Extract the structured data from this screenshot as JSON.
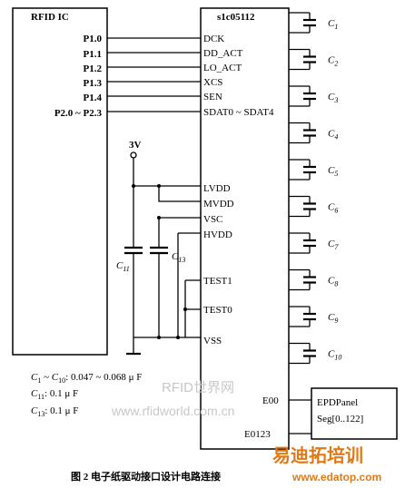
{
  "rfid_block": {
    "title": "RFID IC",
    "pins": [
      "P1.0",
      "P1.1",
      "P1.2",
      "P1.3",
      "P1.4",
      "P2.0 ~ P2.3"
    ]
  },
  "driver_block": {
    "title": "s1c05112",
    "signal_pins": [
      "DCK",
      "DD_ACT",
      "LO_ACT",
      "XCS",
      "SEN",
      "SDAT0 ~ SDAT4"
    ],
    "power_pins": [
      "LVDD",
      "MVDD",
      "VSC",
      "HVDD"
    ],
    "test_pins": [
      "TEST1",
      "TEST0"
    ],
    "vss_pin": "VSS",
    "output_pins": [
      "E00",
      "E0123"
    ]
  },
  "supply_label": "3V",
  "capacitors_right": [
    {
      "letter": "C",
      "sub": "1"
    },
    {
      "letter": "C",
      "sub": "2"
    },
    {
      "letter": "C",
      "sub": "3"
    },
    {
      "letter": "C",
      "sub": "4"
    },
    {
      "letter": "C",
      "sub": "5"
    },
    {
      "letter": "C",
      "sub": "6"
    },
    {
      "letter": "C",
      "sub": "7"
    },
    {
      "letter": "C",
      "sub": "8"
    },
    {
      "letter": "C",
      "sub": "9"
    },
    {
      "letter": "C",
      "sub": "10"
    }
  ],
  "capacitors_left": {
    "c11": {
      "letter": "C",
      "sub": "11"
    },
    "c13": {
      "letter": "C",
      "sub": "13"
    }
  },
  "notes": [
    {
      "letter": "C",
      "sub": "1",
      "mid": " ~ ",
      "letter2": "C",
      "sub2": "10",
      "text": ": 0.047 ~ 0.068 μ F"
    },
    {
      "letter": "C",
      "sub": "11",
      "text": ": 0.1 μ F"
    },
    {
      "letter": "C",
      "sub": "13",
      "text": ": 0.1 μ F"
    }
  ],
  "panel": {
    "line1": "EPDPanel",
    "line2": "Seg[0..122]"
  },
  "caption": "图 2  电子纸驱动接口设计电路连接",
  "watermark": {
    "line1": "RFID世界网",
    "line2": "www.rfidworld.com.cn"
  },
  "corner_logo": {
    "chinese": "易迪拓培训",
    "url": "www.edatop.com"
  }
}
